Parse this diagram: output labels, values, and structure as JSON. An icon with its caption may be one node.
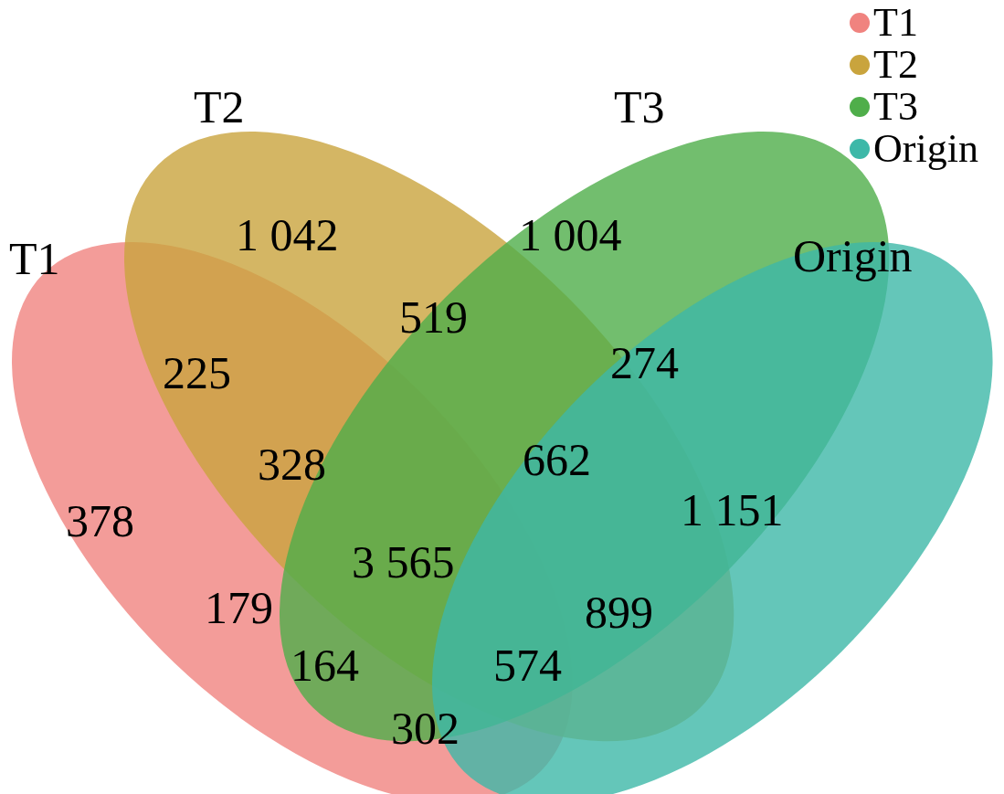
{
  "diagram": {
    "nodes": [
      {
        "text": [
          "T1"
        ]
      },
      {
        "text": [
          "T2"
        ]
      },
      {
        "text": [
          "T3"
        ]
      },
      {
        "text": [
          "Origin"
        ]
      }
    ],
    "labels": [
      "1 042",
      "1 004",
      "519",
      "225",
      "274",
      "328",
      "662",
      "378",
      "1 151",
      "3 565",
      "179",
      "899",
      "164",
      "574",
      "302"
    ],
    "legend": [
      {
        "text": "T1",
        "color": "#f0837f"
      },
      {
        "text": "T2",
        "color": "#c9a43d"
      },
      {
        "text": "T3",
        "color": "#4fae4a"
      },
      {
        "text": "Origin",
        "color": "#3db8a8"
      }
    ]
  }
}
